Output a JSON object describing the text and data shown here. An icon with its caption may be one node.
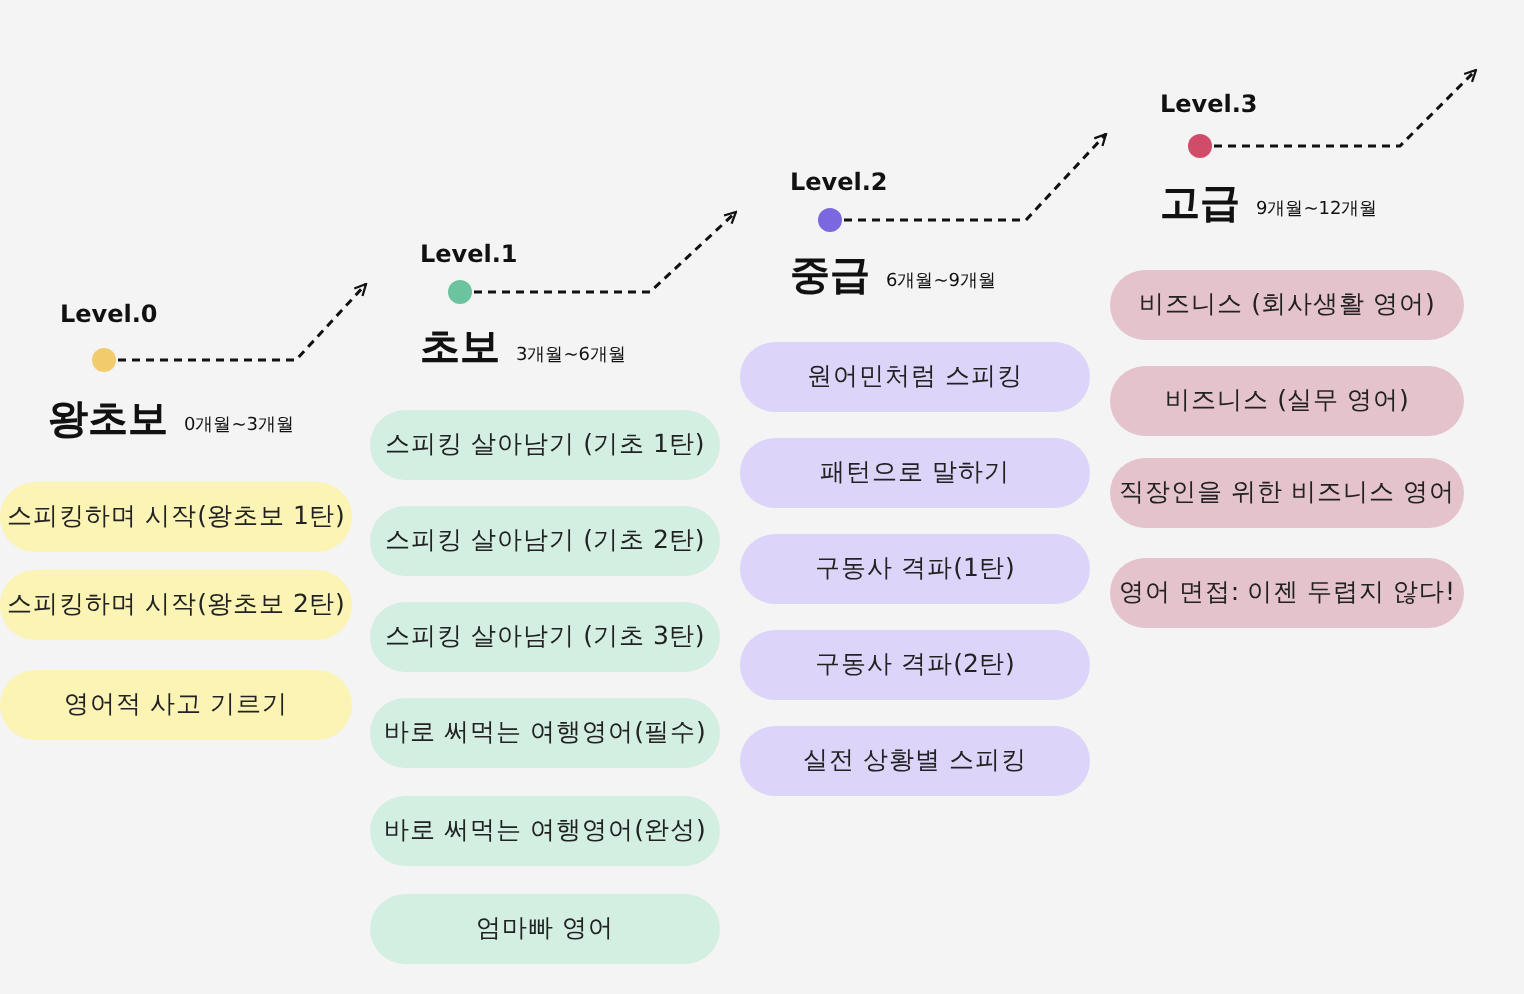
{
  "diagram": {
    "nodes": [
      {
        "text": [
          "Level.0",
          "왕초보"
        ],
        "beside": [
          "0개월~3개월"
        ]
      },
      {
        "text": [
          "Level.1",
          "초보"
        ],
        "beside": [
          "3개월~6개월"
        ]
      },
      {
        "text": [
          "Level.2",
          "중급"
        ],
        "beside": [
          "6개월~9개월"
        ]
      },
      {
        "text": [
          "Level.3",
          "고급"
        ],
        "beside": [
          "9개월~12개월"
        ]
      },
      {
        "text": [
          "스피킹하며 시작(왕초보 1탄)"
        ]
      },
      {
        "text": [
          "스피킹하며 시작(왕초보 2탄)"
        ]
      },
      {
        "text": [
          "영어적 사고 기르기"
        ]
      },
      {
        "text": [
          "스피킹 살아남기 (기초 1탄)"
        ]
      },
      {
        "text": [
          "스피킹 살아남기 (기초 2탄)"
        ]
      },
      {
        "text": [
          "스피킹 살아남기 (기초 3탄)"
        ]
      },
      {
        "text": [
          "바로 써먹는 여행영어(필수)"
        ]
      },
      {
        "text": [
          "바로 써먹는 여행영어(완성)"
        ]
      },
      {
        "text": [
          "엄마빠 영어"
        ]
      },
      {
        "text": [
          "원어민처럼 스피킹"
        ]
      },
      {
        "text": [
          "패턴으로 말하기"
        ]
      },
      {
        "text": [
          "구동사 격파(1탄)"
        ]
      },
      {
        "text": [
          "구동사 격파(2탄)"
        ]
      },
      {
        "text": [
          "실전 상황별 스피킹"
        ]
      },
      {
        "text": [
          "비즈니스 (회사생활 영어)"
        ]
      },
      {
        "text": [
          "비즈니스 (실무 영어)"
        ]
      },
      {
        "text": [
          "직장인을 위한 비즈니스 영어"
        ]
      },
      {
        "text": [
          "영어 면접: 이젠 두렵지 않다!"
        ]
      }
    ],
    "edges": [
      {
        "from": 0,
        "to": 1,
        "arrow": "to",
        "style": "dashed"
      },
      {
        "from": 1,
        "to": 2,
        "arrow": "to",
        "style": "dashed"
      },
      {
        "from": 2,
        "to": 3,
        "arrow": "to",
        "style": "dashed"
      },
      {
        "from": 3,
        "to": null,
        "arrow": "to",
        "style": "dashed"
      }
    ]
  }
}
